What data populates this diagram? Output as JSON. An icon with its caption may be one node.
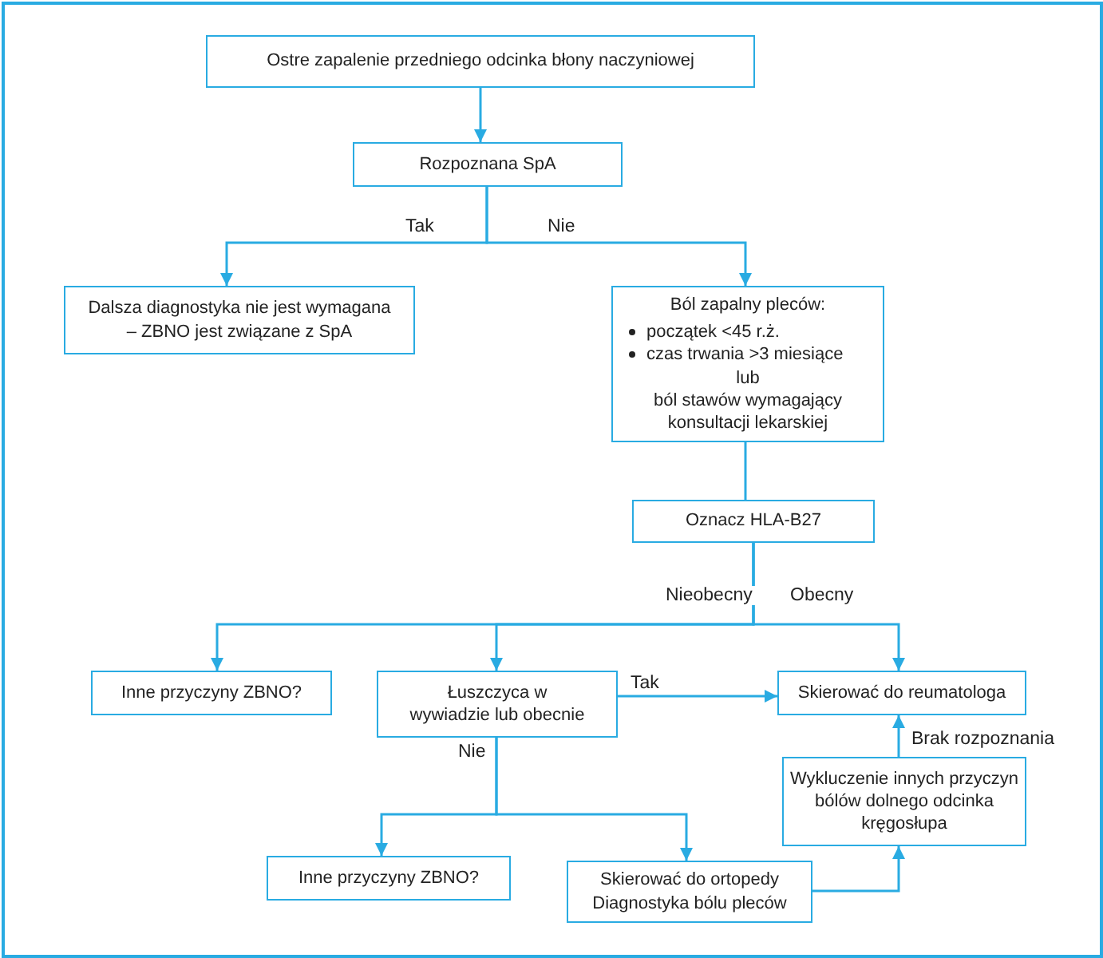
{
  "diagram": {
    "nodes": [
      {
        "text": [
          "Ostre zapalenie przedniego odcinka błony naczyniowej"
        ]
      },
      {
        "text": [
          "Rozpoznana SpA"
        ]
      },
      {
        "text": [
          "Dalsza diagnostyka nie jest wymagana – ZBNO jest związane z SpA"
        ]
      },
      {
        "text": [
          "Ból zapalny pleców:",
          "początek <45 r.ż.",
          "czas trwania >3 miesiące",
          "lub",
          "ból stawów wymagający konsultacji lekarskiej"
        ]
      },
      {
        "text": [
          "Oznacz HLA-B27"
        ]
      },
      {
        "text": [
          "Inne przyczyny ZBNO?"
        ]
      },
      {
        "text": [
          "Łuszczyca w wywiadzie lub obecnie"
        ]
      },
      {
        "text": [
          "Skierować do reumatologa"
        ]
      },
      {
        "text": [
          "Wykluczenie innych przyczyn bólów dolnego odcinka kręgosłupa"
        ]
      },
      {
        "text": [
          "Inne przyczyny ZBNO?"
        ]
      },
      {
        "text": [
          "Skierować do ortopedy",
          "Diagnostyka bólu pleców"
        ]
      }
    ],
    "edges": [
      {
        "from": 0,
        "to": 1,
        "arrow": "to"
      },
      {
        "from": 1,
        "to": 2,
        "arrow": "to",
        "label": "Tak"
      },
      {
        "from": 1,
        "to": 3,
        "arrow": "to",
        "label": "Nie"
      },
      {
        "from": 3,
        "to": 4,
        "arrow": "none"
      },
      {
        "from": 4,
        "to": 5,
        "arrow": "to",
        "label": "Nieobecny"
      },
      {
        "from": 4,
        "to": 6,
        "arrow": "to"
      },
      {
        "from": 4,
        "to": 7,
        "arrow": "to",
        "label": "Obecny"
      },
      {
        "from": 6,
        "to": 7,
        "arrow": "to",
        "label": "Tak"
      },
      {
        "from": 6,
        "to": 9,
        "arrow": "to",
        "label": "Nie"
      },
      {
        "from": 6,
        "to": 10,
        "arrow": "to"
      },
      {
        "from": 10,
        "to": 8,
        "arrow": "to"
      },
      {
        "from": 8,
        "to": 7,
        "arrow": "to",
        "label": "Brak rozpoznania"
      }
    ]
  }
}
